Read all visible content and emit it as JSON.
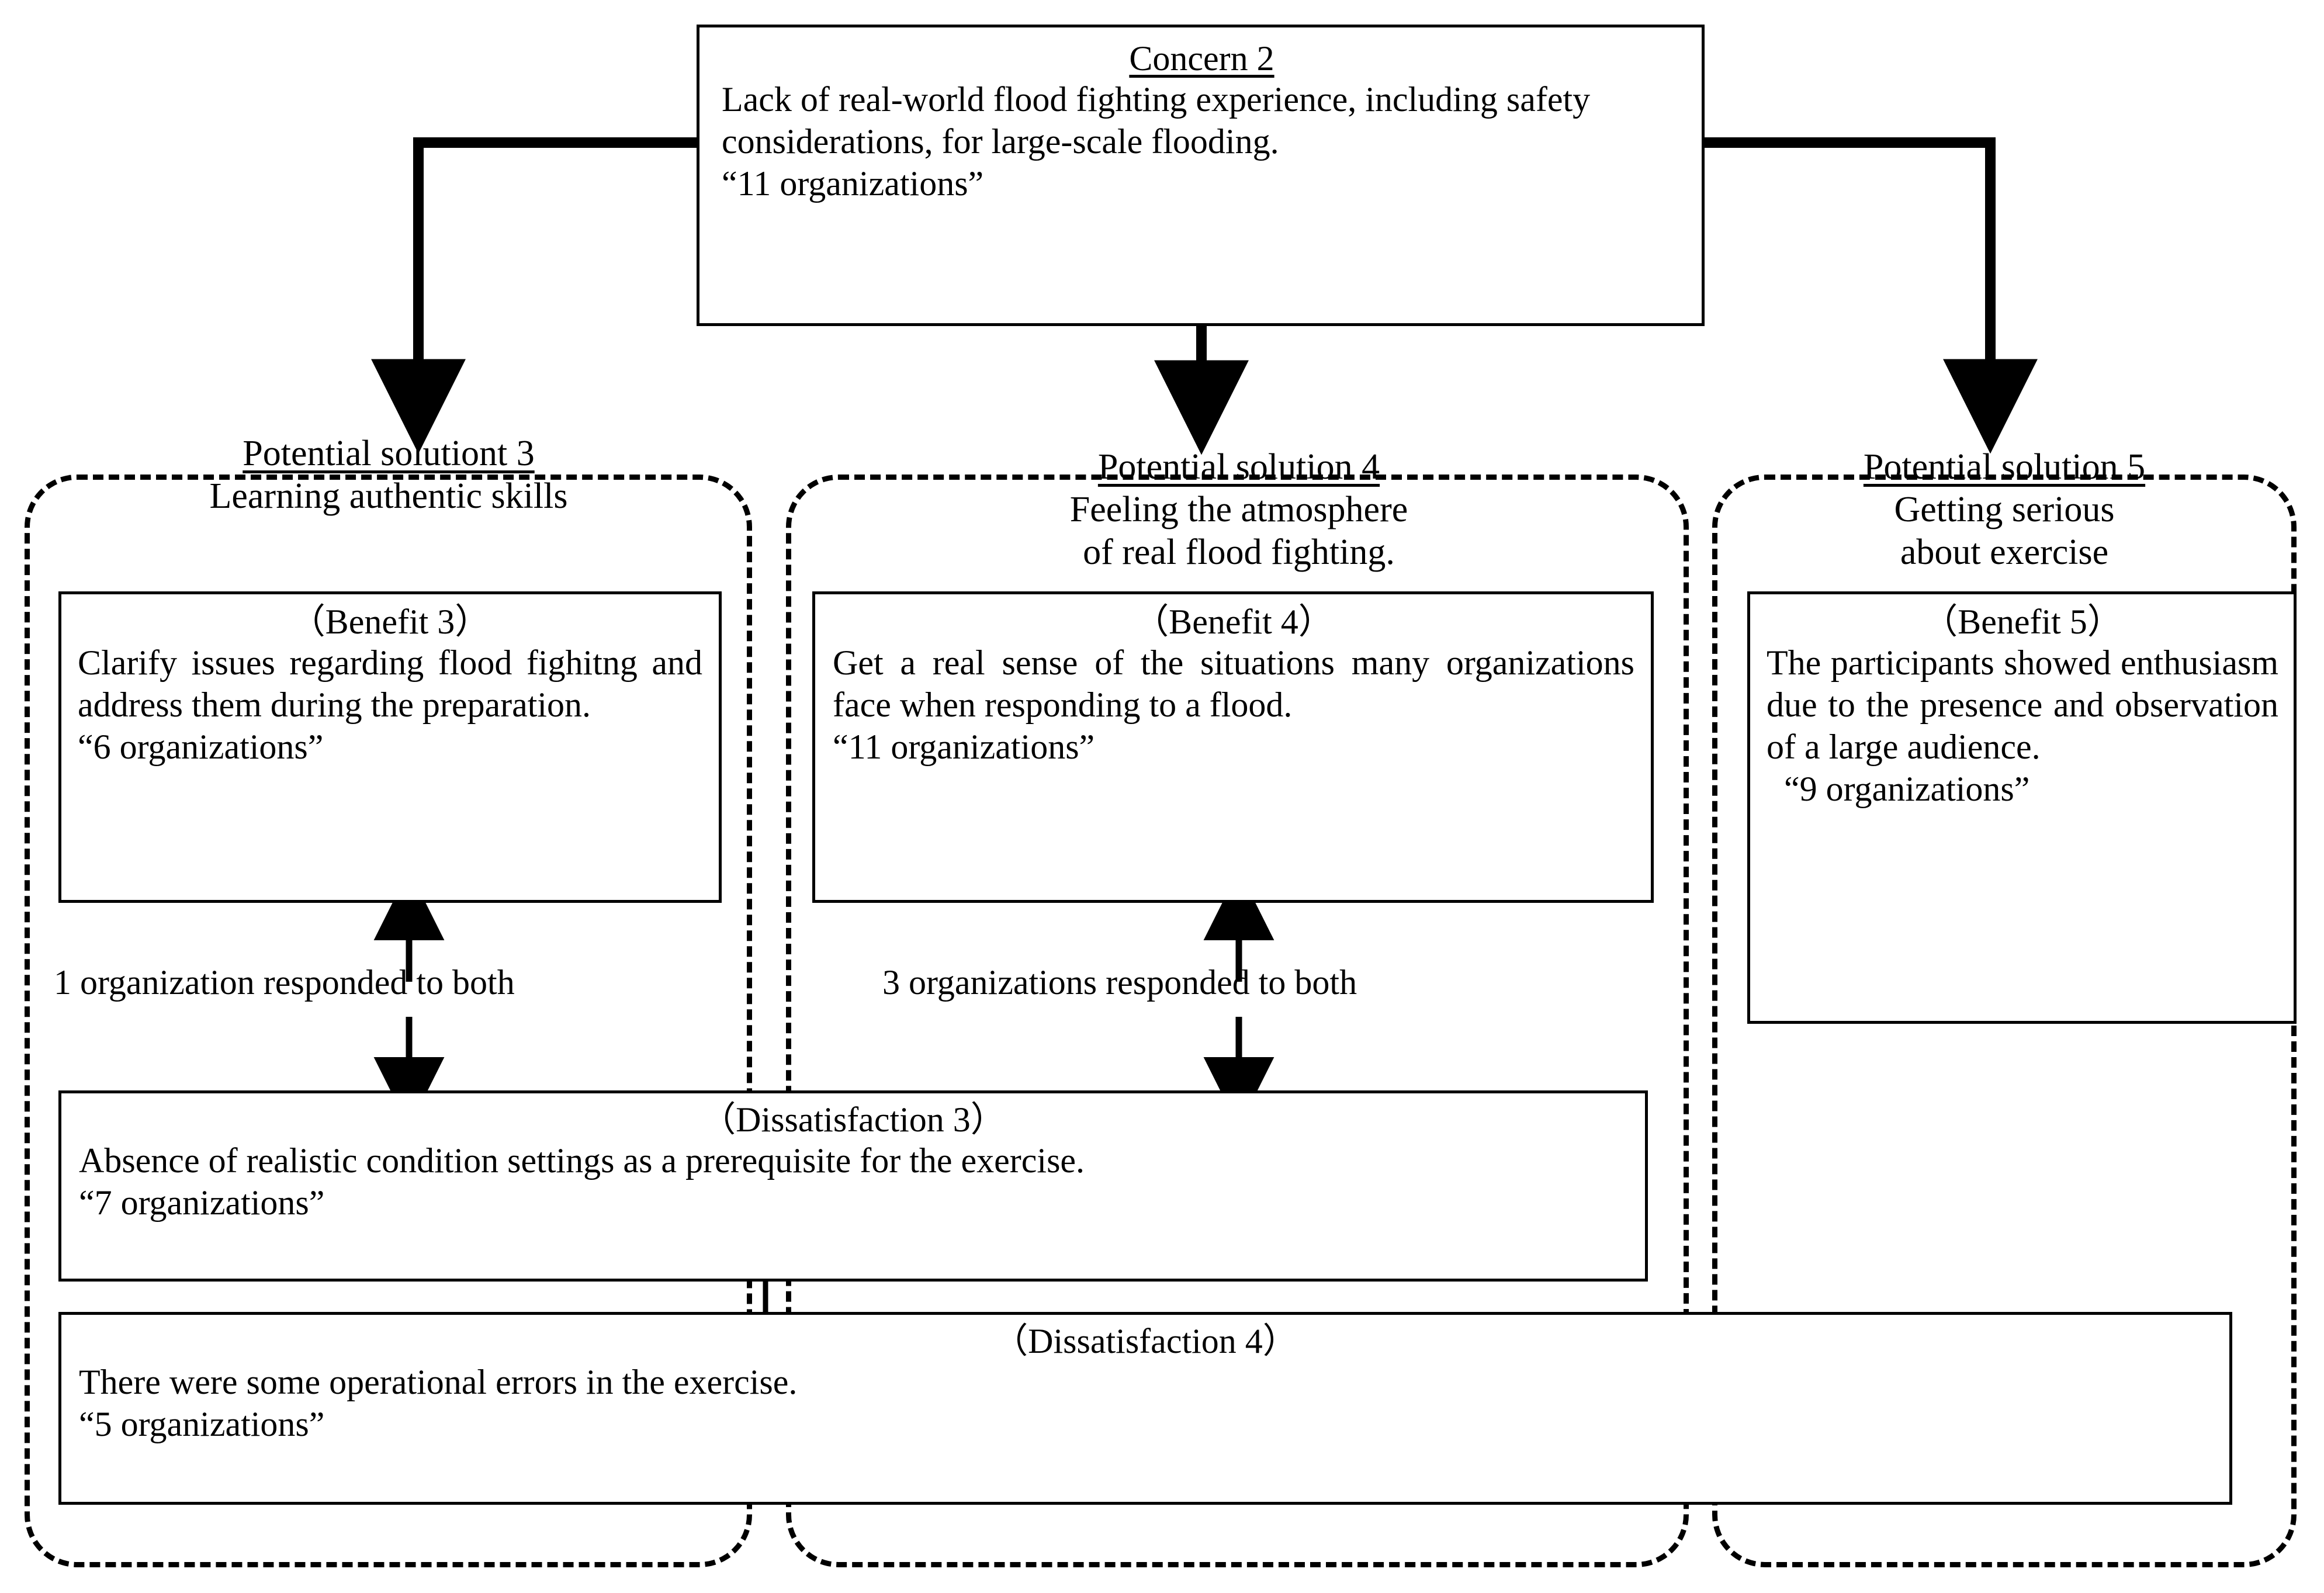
{
  "diagram": {
    "type": "concern-solution-benefit-dissatisfaction-flow",
    "root": {
      "title": "Concern 2",
      "body": "Lack of real-world flood fighting experience, including safety considerations, for large-scale flooding.\n“11 organizations”",
      "count_label": "“11 organizations”"
    },
    "columns": [
      {
        "heading_name": "Potential solutiont 3",
        "heading_desc": "Learning authentic skills",
        "benefit": {
          "title": "（Benefit 3）",
          "body": "Clarify issues regarding flood fighitng and address them during the preparation.\n“6 organizations”",
          "count_label": "“6 organizations”"
        },
        "edge_caption": "1 organization responded to both"
      },
      {
        "heading_name": "Potential solution 4",
        "heading_desc": "Feeling the atmosphere\nof real flood fighting.",
        "benefit": {
          "title": "（Benefit 4）",
          "body": "Get a real sense of the situations many organizations face when responding to a flood.\n“11 organizations”",
          "count_label": "“11 organizations”"
        },
        "edge_caption": "3 organizations responded to both"
      },
      {
        "heading_name": "Potential solution 5",
        "heading_desc": "Getting serious\nabout exercise",
        "benefit": {
          "title": "（Benefit 5）",
          "body": "The participants showed enthusiasm due to the presence and observation of a large audience.\n  “9 organizations”",
          "count_label": "“9 organizations”"
        },
        "edge_caption": ""
      }
    ],
    "dissatisfactions": [
      {
        "title": "（Dissatisfaction 3）",
        "body": "Absence of realistic condition settings as a prerequisite for the exercise.\n“7 organizations”",
        "count_label": "“7 organizations”"
      },
      {
        "title": "（Dissatisfaction 4）",
        "body": "There were some operational errors in the exercise.\n“5 organizations”",
        "count_label": "“5 organizations”"
      }
    ],
    "colors": {
      "stroke": "#000000",
      "background": "#ffffff"
    }
  }
}
